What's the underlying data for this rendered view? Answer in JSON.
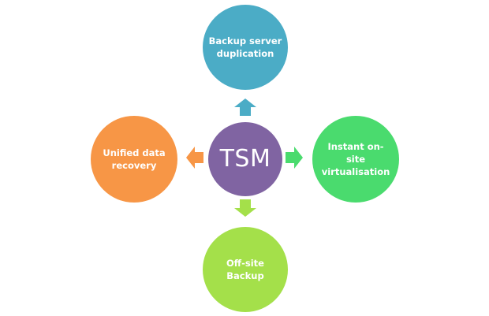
{
  "diagram": {
    "center": {
      "label": "TSM",
      "color": "#8064A2"
    },
    "nodes": {
      "top": {
        "label": "Backup server\nduplication",
        "color": "#4BACC6"
      },
      "right": {
        "label": "Instant on-\nsite\nvirtualisation",
        "color": "#4ADB6E"
      },
      "bottom": {
        "label": "Off-site\nBackup",
        "color": "#A4E04A"
      },
      "left": {
        "label": "Unified data\nrecovery",
        "color": "#F79646"
      }
    }
  }
}
